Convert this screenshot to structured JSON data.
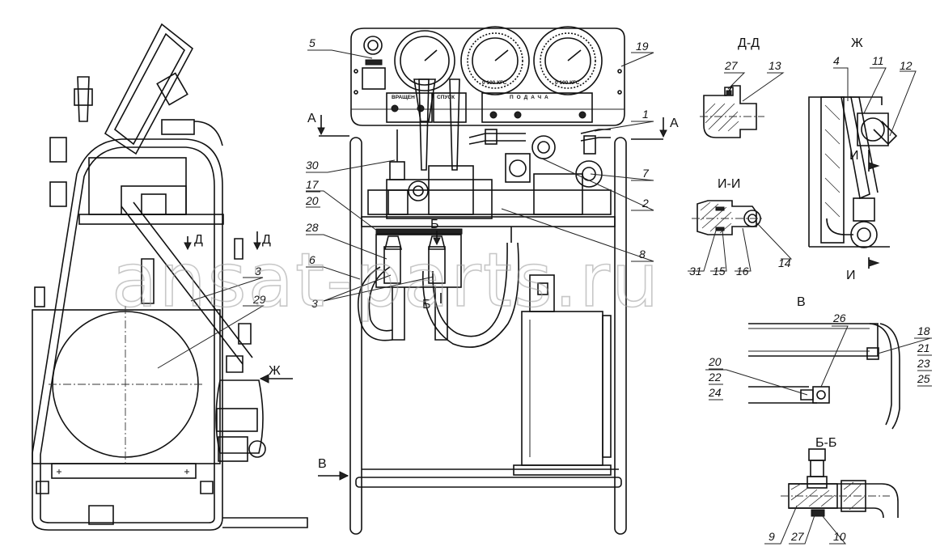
{
  "callouts": {
    "c5": "5",
    "c19": "19",
    "c1": "1",
    "c30": "30",
    "c7": "7",
    "c2": "2",
    "c17": "17",
    "c20": "20",
    "c28": "28",
    "c8": "8",
    "c6": "6",
    "c3a": "3",
    "c3b": "3",
    "c29": "29",
    "c27a": "27",
    "c13": "13",
    "c4": "4",
    "c11": "11",
    "c12": "12",
    "c31": "31",
    "c15": "15",
    "c16": "16",
    "c14": "14",
    "c26": "26",
    "c18": "18",
    "c21": "21",
    "c23": "23",
    "c25": "25",
    "c20b": "20",
    "c22": "22",
    "c24": "24",
    "c9": "9",
    "c27b": "27",
    "c10": "10"
  },
  "views": {
    "section_dd": "Д-Д",
    "view_zh": "Ж",
    "section_ii": "И-И",
    "section_bb": "Б-Б",
    "mark_a_left": "А",
    "mark_a_right": "А",
    "mark_d1": "Д",
    "mark_d2": "Д",
    "mark_b1": "Б",
    "mark_b2": "Б",
    "mark_zh": "Ж",
    "mark_i1": "И",
    "mark_i2": "И",
    "mark_v1": "В",
    "mark_v2": "В"
  },
  "panel": {
    "podacha": "ПОДАЧА",
    "vrashch": "ВРАЩЕН",
    "spusk": "СПУСК",
    "scale1": "0 100 КГС",
    "scale2": "0 100 КГС"
  },
  "watermark": "ansat-parts.ru"
}
